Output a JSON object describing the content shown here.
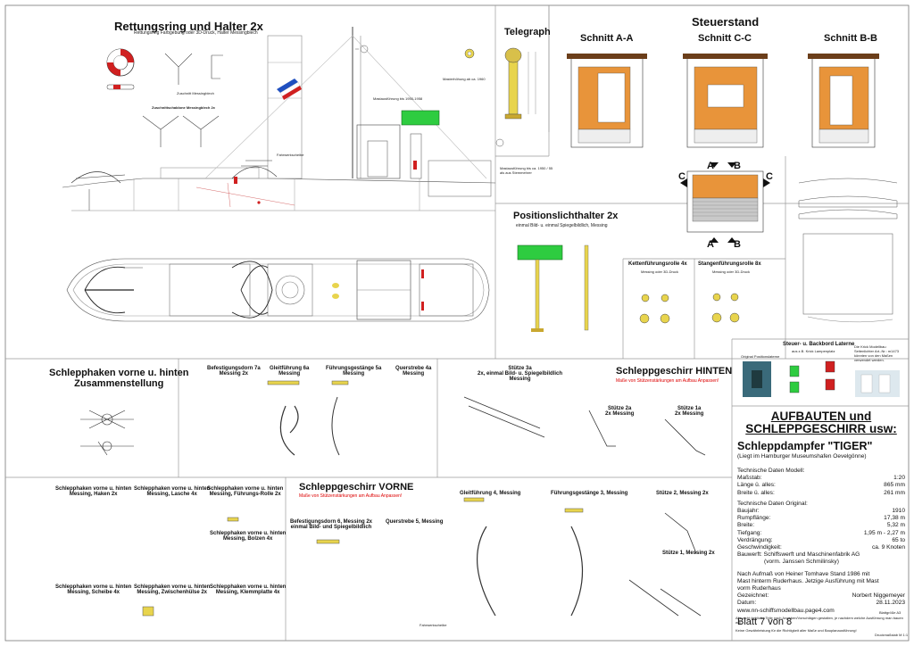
{
  "titles": {
    "rettungsring": "Rettungsring und Halter 2x",
    "rettungsring_sub": "Rettungsring Farbgebung oder 3D-Druck, Halter Messingblech",
    "zuschnitt_halter": "Zuschnitt Messingblech",
    "zuschnittschablone": "Zuschnittschablone Messingblech 2x",
    "telegraph": "Telegraph",
    "steuerstand": "Steuerstand",
    "schnitt_aa": "Schnitt A-A",
    "schnitt_cc": "Schnitt C-C",
    "schnitt_bb": "Schnitt B-B",
    "positionslicht": "Positionslichthalter 2x",
    "positionslicht_sub": "einmal Bild- u. einmal Spiegelbildlich, Messing",
    "kettenfuehrung": "Kettenführungsrolle 4x",
    "kettenfuehrung_sub": "Messing oder 3D-Druck",
    "stangenfuehrung": "Stangenführungsrolle 8x",
    "stangenfuehrung_sub": "Messing oder 3D-Druck",
    "laterne": "Steuer- u. Backbord Laterne",
    "laterne_sub": "aus z.B. Krick Lampenplatz",
    "laterne_original": "Original Positionslaterne",
    "laterne_krick": "Die Krick Modellbau Seitenlichter Art.-Nr.: m1473 könnten von den Maßen verwendet werden.",
    "schlepphaken_zusammen": "Schlepphaken vorne u. hinten\nZusammenstellung",
    "schleppgeschirr_hinten": "Schleppgeschirr HINTEN",
    "schleppgeschirr_hinten_sub": "Maße von Stützenstärkungen am Aufbau Anpassen!",
    "schleppgeschirr_vorne": "Schleppgeschirr VORNE",
    "schleppgeschirr_vorne_sub": "Maße von Stützenstärkungen am Aufbau Anpassen!",
    "befestigungsdorn_7a": "Befestigungsdorn 7a\nMessing 2x",
    "gleitfuehrung_6a": "Gleitführung 6a\nMessing",
    "fuehrungsgestaenge_5a": "Führungsgestänge 5a\nMessing",
    "querstrebe_4a": "Querstrebe 4a\nMessing",
    "stuetze_3a": "Stütze 3a\n2x, einmal Bild- u. Spiegelbildlich\nMessing",
    "stuetze_2a": "Stütze 2a\n2x Messing",
    "stuetze_1a": "Stütze 1a\n2x Messing",
    "sh_haken": "Schlepphaken vorne u. hinten\nMessing, Haken 2x",
    "sh_lasche": "Schlepphaken vorne u. hinten\nMessing, Lasche 4x",
    "sh_fuehrungsrolle": "Schlepphaken vorne u. hinten\nMessing, Führungs-Rolle 2x",
    "sh_bolzen": "Schlepphaken vorne u. hinten\nMessing, Bolzen 4x",
    "sh_scheibe": "Schlepphaken vorne u. hinten\nMessing, Scheibe 4x",
    "sh_zwischenhuelse": "Schlepphaken vorne u. hinten\nMessing, Zwischenhülse 2x",
    "sh_klemmplatte": "Schlepphaken vorne u. hinten\nMessing, Klemmplatte 4x",
    "befestigungsdorn_6": "Befestigungsdorn 6, Messing 2x\neinmal Bild- und Spiegelbildlich",
    "querstrebe_5": "Querstrebe 5, Messing",
    "gleitfuehrung_4": "Gleitführung 4, Messing",
    "fuehrungsgestaenge_3": "Führungsgestänge 3, Messing",
    "stuetze_2": "Stütze 2, Messing 2x",
    "stuetze_1": "Stütze 1, Messing 2x",
    "fahrwerkscheibe": "Fahrwerkscheibe",
    "mast_note": "Mastausführung bis ca. 1950 / 55 als aus Stemmehrer",
    "mastausfuehrung_1950": "Mastausführung bis 1950-1958",
    "masterhoehung": "Masterhöhung ab ca. 1960"
  },
  "title_block": {
    "heading": "AUFBAUTEN und\nSCHLEPPGESCHIRR usw:",
    "ship": "Schleppdampfer \"TIGER\"",
    "location": "(Liegt im Hamburger Museumshafen Oevelgönne)",
    "tech_model_head": "Technische Daten Modell:",
    "model_rows": [
      {
        "label": "Maßstab:",
        "value": "1:20"
      },
      {
        "label": "Länge ü. alles:",
        "value": "865 mm"
      },
      {
        "label": "Breite ü. alles:",
        "value": "261 mm"
      }
    ],
    "tech_orig_head": "Technische Daten Original:",
    "orig_rows": [
      {
        "label": "Baujahr:",
        "value": "1910"
      },
      {
        "label": "Rumpflänge:",
        "value": "17,38 m"
      },
      {
        "label": "Breite:",
        "value": "5,32 m"
      },
      {
        "label": "Tiefgang:",
        "value": "1,95 m - 2,27 m"
      },
      {
        "label": "Verdrängung:",
        "value": "65 to"
      },
      {
        "label": "Geschwindigkeit:",
        "value": "ca. 9 Knoten"
      }
    ],
    "bauwerft": "Bauwerft: Schiffswerft und Maschinenfabrik AG",
    "bauwerft2": "(vorm. Janssen Schmilinsky)",
    "note1": "Nach Aufmaß von Heiner Tomhave Stand 1986 mit",
    "note2": "Mast hinterm Ruderhaus. Jetzige Ausführung mit Mast",
    "note3": "vorm Ruderhaus",
    "drawn_label": "Gezeichnet:",
    "drawn_value": "Norbert Niggemeyer",
    "date_label": "Datum:",
    "date_value": "28.11.2023",
    "website": "www.nn-schiffsmodellbau.page4.com",
    "sheet": "Blatt 7 von 8",
    "blattgroesse": "Blattgröße A3",
    "druckmassstab": "Druckmaßstab M 1:1",
    "red_note": "Alle nicht farbliche Teile nach Angaben/Vorschlägen gestalten, je nachdem welche Ausführung man bauen will.",
    "red_note2": "Keine Gewährleistung für die Richtigkeit aller Maße und Bauplanausführung!"
  },
  "labels": {
    "section_a": "A",
    "section_b": "B",
    "section_c": "C",
    "red_anchor": "Fahrwerkscheibe"
  },
  "colors": {
    "accent_green": "#2ecc40",
    "brass": "#e8d44d",
    "wood": "#e8943a",
    "red_text": "#dd0000",
    "line": "#555555"
  }
}
